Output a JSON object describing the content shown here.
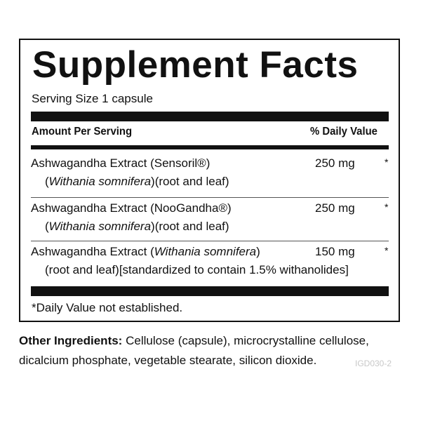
{
  "panel": {
    "title": "Supplement Facts",
    "serving_size": "Serving Size 1 capsule",
    "header_left": "Amount Per Serving",
    "header_right": "% Daily Value",
    "rows": [
      {
        "name": "Ashwagandha Extract (Sensoril®)",
        "sci_open": "(",
        "sci_name": "Withania somnifera",
        "sci_close": ")(root and leaf)",
        "amount": "250 mg",
        "dv": "*"
      },
      {
        "name": "Ashwagandha Extract (NooGandha®)",
        "sci_open": "(",
        "sci_name": "Withania somnifera",
        "sci_close": ")(root and leaf)",
        "amount": "250 mg",
        "dv": "*"
      },
      {
        "name_prefix": "Ashwagandha Extract (",
        "name_italic": "Withania somnifera",
        "name_suffix": ")",
        "line2": "(root and leaf)[standardized to contain 1.5% withanolides]",
        "amount": "150 mg",
        "dv": "*"
      }
    ],
    "footnote": "*Daily Value not established."
  },
  "other_ingredients": {
    "label": "Other Ingredients:",
    "text": " Cellulose (capsule), microcrystalline cellulose, dicalcium phosphate, vegetable stearate, silicon dioxide."
  },
  "watermark": "IGD030-2"
}
